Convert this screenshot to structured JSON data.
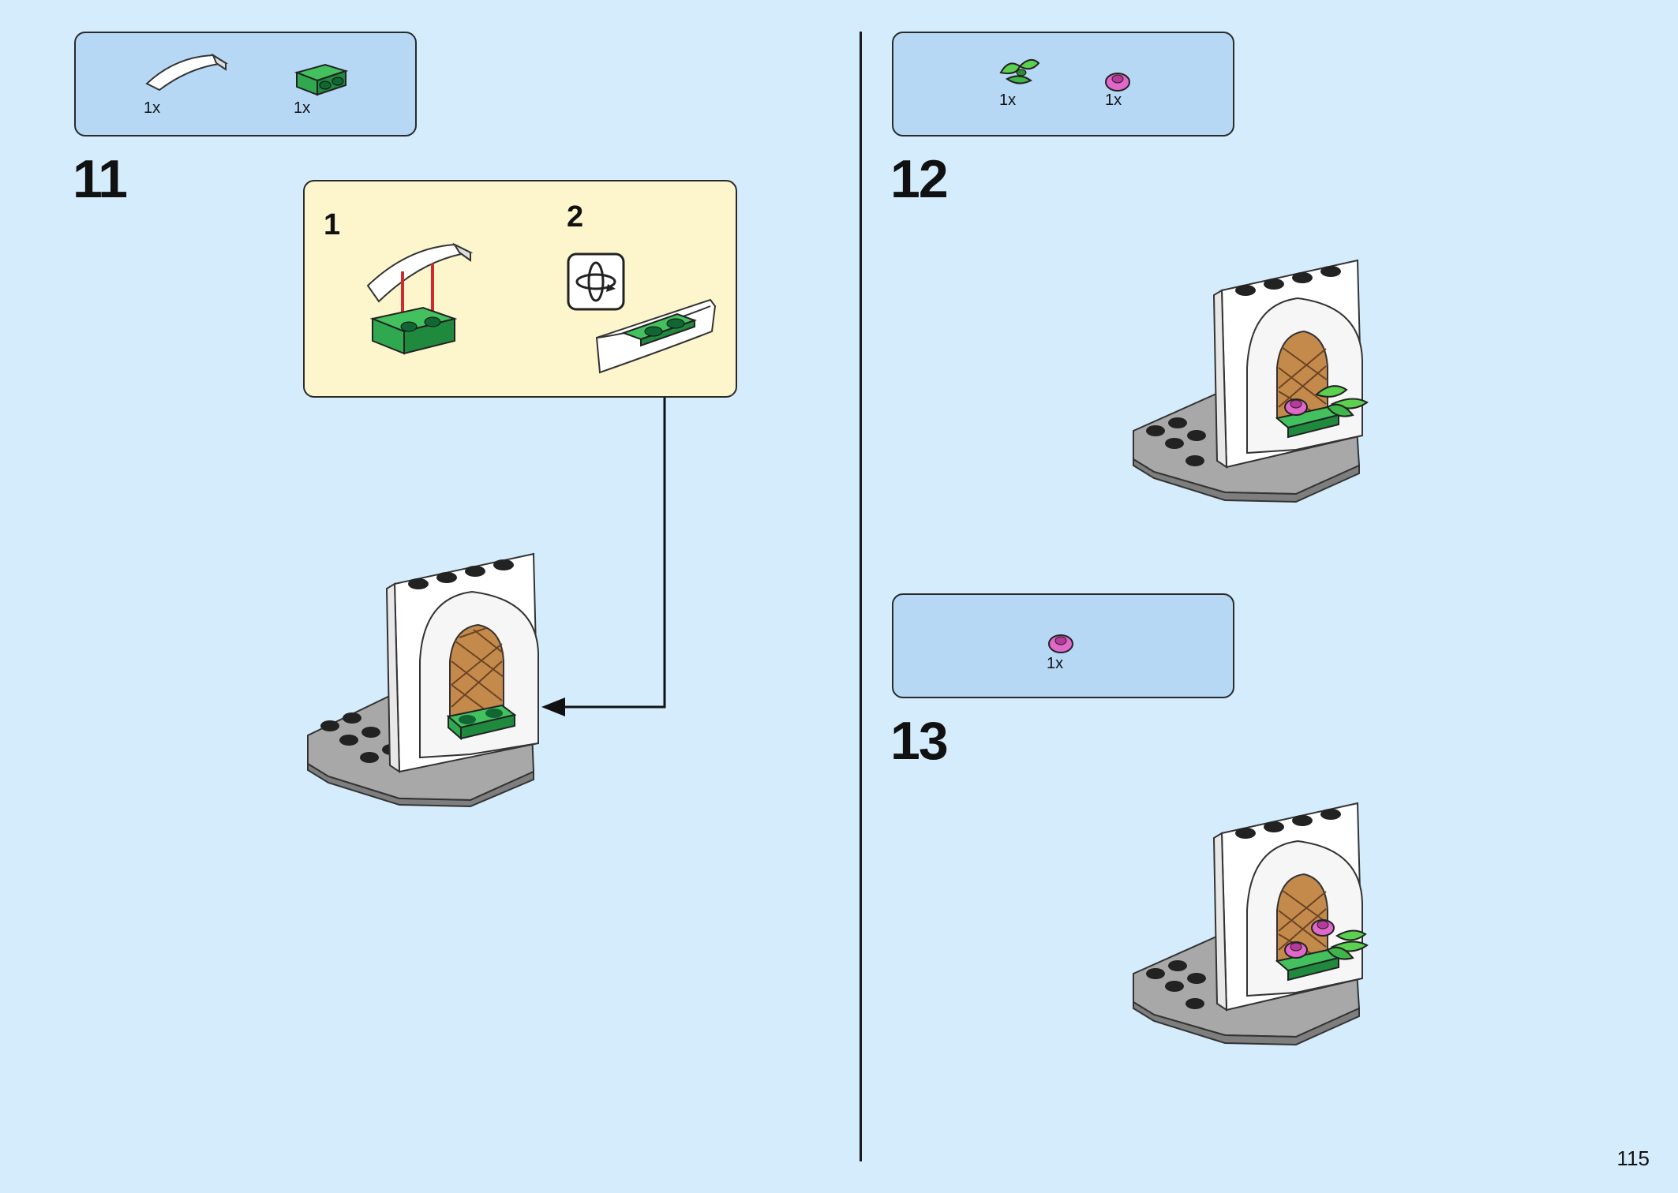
{
  "left": {
    "parts": [
      {
        "name": "white curved slope 1x4",
        "qty": "1x"
      },
      {
        "name": "green bracket plate",
        "qty": "1x"
      }
    ],
    "step": "11",
    "substeps": [
      "1",
      "2"
    ]
  },
  "right_top": {
    "parts": [
      {
        "name": "green leaves",
        "qty": "1x"
      },
      {
        "name": "pink flower",
        "qty": "1x"
      }
    ],
    "step": "12"
  },
  "right_bottom": {
    "parts": [
      {
        "name": "pink flower",
        "qty": "1x"
      }
    ],
    "step": "13"
  },
  "page_number": "115",
  "colors": {
    "background": "#d4ecfb",
    "parts_box": "#b6d8f5",
    "substep_box": "#fdf5cb",
    "green": "#2fa84f",
    "dark_green": "#1f7a38",
    "pink": "#e068c8",
    "gray": "#a8a8a8",
    "white_brick": "#ffffff",
    "brown": "#c48a4c",
    "red_arrow": "#d4282f"
  }
}
